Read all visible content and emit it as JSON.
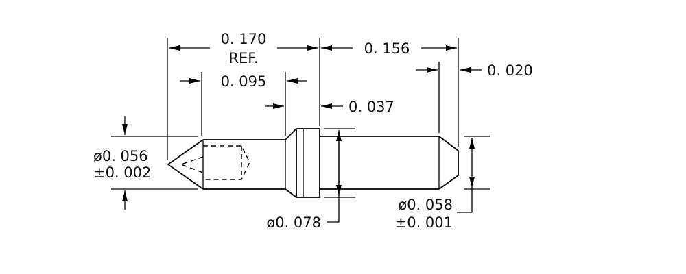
{
  "dimensions": {
    "overall_ref": "0. 170",
    "ref_label": "REF.",
    "tip_length": "0. 095",
    "collar_width": "0. 037",
    "tail_length": "0. 156",
    "chamfer": "0. 020",
    "tip_dia": "ø0. 056",
    "tip_dia_tol": "±0. 002",
    "collar_dia": "ø0. 078",
    "tail_dia": "ø0. 058",
    "tail_dia_tol": "±0. 001"
  }
}
